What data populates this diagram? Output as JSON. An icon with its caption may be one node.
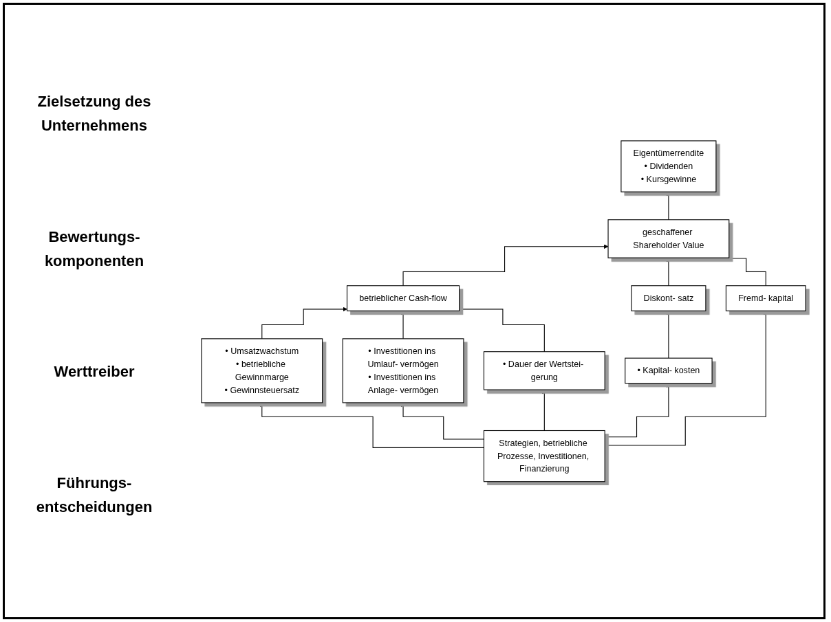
{
  "diagram": {
    "nodes": [
      {
        "text": [
          "geschaffener Shareholder Value"
        ]
      },
      {
        "text": [
          "Eigentümerrendite",
          "• Dividenden",
          "• Kursgewinne"
        ]
      },
      {
        "text": [
          "betrieblicher Cash-flow"
        ]
      },
      {
        "text": [
          "Diskont- satz"
        ]
      },
      {
        "text": [
          "Fremd- kapital"
        ]
      },
      {
        "text": [
          "• Umsatzwachstum",
          "• betriebliche Gewinnmarge",
          "• Gewinnsteuersatz"
        ]
      },
      {
        "text": [
          "• Investitionen ins Umlauf- vermögen",
          "• Investitionen ins Anlage- vermögen"
        ]
      },
      {
        "text": [
          "• Dauer der Wertstei- gerung"
        ]
      },
      {
        "text": [
          "• Kapital- kosten"
        ]
      },
      {
        "text": [
          "Strategien, betriebliche Prozesse, Investitionen, Finanzierung"
        ]
      }
    ],
    "edges": [
      {
        "from": 0,
        "to": 1,
        "arrow": "to"
      },
      {
        "from": 2,
        "to": 0,
        "arrow": "to"
      },
      {
        "from": 3,
        "to": 0,
        "arrow": "to"
      },
      {
        "from": 4,
        "to": 0,
        "arrow": "to"
      },
      {
        "from": 5,
        "to": 2,
        "arrow": "to"
      },
      {
        "from": 6,
        "to": 2,
        "arrow": "to"
      },
      {
        "from": 7,
        "to": 2,
        "arrow": "to"
      },
      {
        "from": 8,
        "to": 3,
        "arrow": "to"
      },
      {
        "from": 9,
        "to": 5,
        "arrow": "to"
      },
      {
        "from": 9,
        "to": 6,
        "arrow": "to"
      },
      {
        "from": 9,
        "to": 7,
        "arrow": "to"
      },
      {
        "from": 9,
        "to": 8,
        "arrow": "to"
      },
      {
        "from": 9,
        "to": 4,
        "arrow": "to"
      }
    ],
    "labels": [
      "Zielsetzung des Unternehmens",
      "Bewertungs- komponenten",
      "Werttreiber",
      "Führungs- entscheidungen"
    ]
  }
}
